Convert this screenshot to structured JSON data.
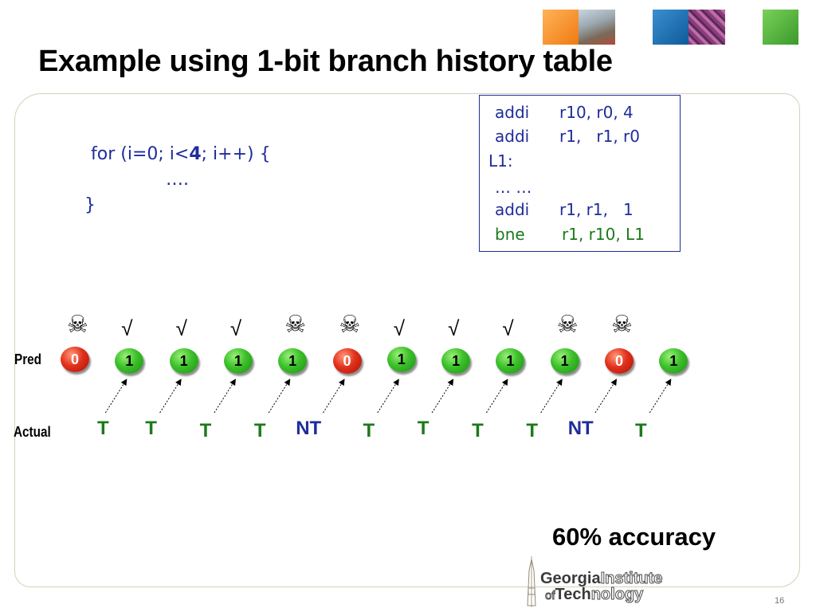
{
  "slide": {
    "title": "Example using 1-bit branch history table",
    "page_number": "16",
    "accuracy": "60% accuracy"
  },
  "loop_code": {
    "line1_before": "for (i=0; i<",
    "line1_bound": "4",
    "line1_after": "; i++) {",
    "line2": "….",
    "line3": "}"
  },
  "asm": {
    "lines": [
      {
        "op": "addi",
        "args": "r10, r0, 4"
      },
      {
        "op": "addi",
        "args": "r1,   r1, r0"
      },
      {
        "label": "L1:"
      },
      {
        "text": "… …"
      },
      {
        "op": "addi",
        "args": "r1, r1,   1"
      },
      {
        "op": "bne",
        "args": "r1, r10, L1"
      }
    ]
  },
  "rows": {
    "pred_label": "Pred",
    "actual_label": "Actual"
  },
  "steps": [
    {
      "pred": "0",
      "actual": "T",
      "result": "miss"
    },
    {
      "pred": "1",
      "actual": "T",
      "result": "hit"
    },
    {
      "pred": "1",
      "actual": "T",
      "result": "hit"
    },
    {
      "pred": "1",
      "actual": "T",
      "result": "hit"
    },
    {
      "pred": "1",
      "actual": "NT",
      "result": "miss"
    },
    {
      "pred": "0",
      "actual": "T",
      "result": "miss"
    },
    {
      "pred": "1",
      "actual": "T",
      "result": "hit"
    },
    {
      "pred": "1",
      "actual": "T",
      "result": "hit"
    },
    {
      "pred": "1",
      "actual": "T",
      "result": "hit"
    },
    {
      "pred": "1",
      "actual": "NT",
      "result": "miss"
    },
    {
      "pred": "0",
      "actual": "T",
      "result": "miss"
    },
    {
      "pred": "1",
      "actual": null,
      "result": null
    }
  ],
  "symbols": {
    "hit": "√",
    "miss": "☠"
  },
  "colors": {
    "taken": "#1b7a1b",
    "not_taken": "#1f2d9a",
    "state_1": "#3cc02a",
    "state_0": "#e2311c"
  },
  "logo": {
    "line1_bold": "Georgia",
    "line1_rest": "Institute",
    "line2_small": "of",
    "line2_bold": "Tech",
    "line2_rest": "nology"
  }
}
